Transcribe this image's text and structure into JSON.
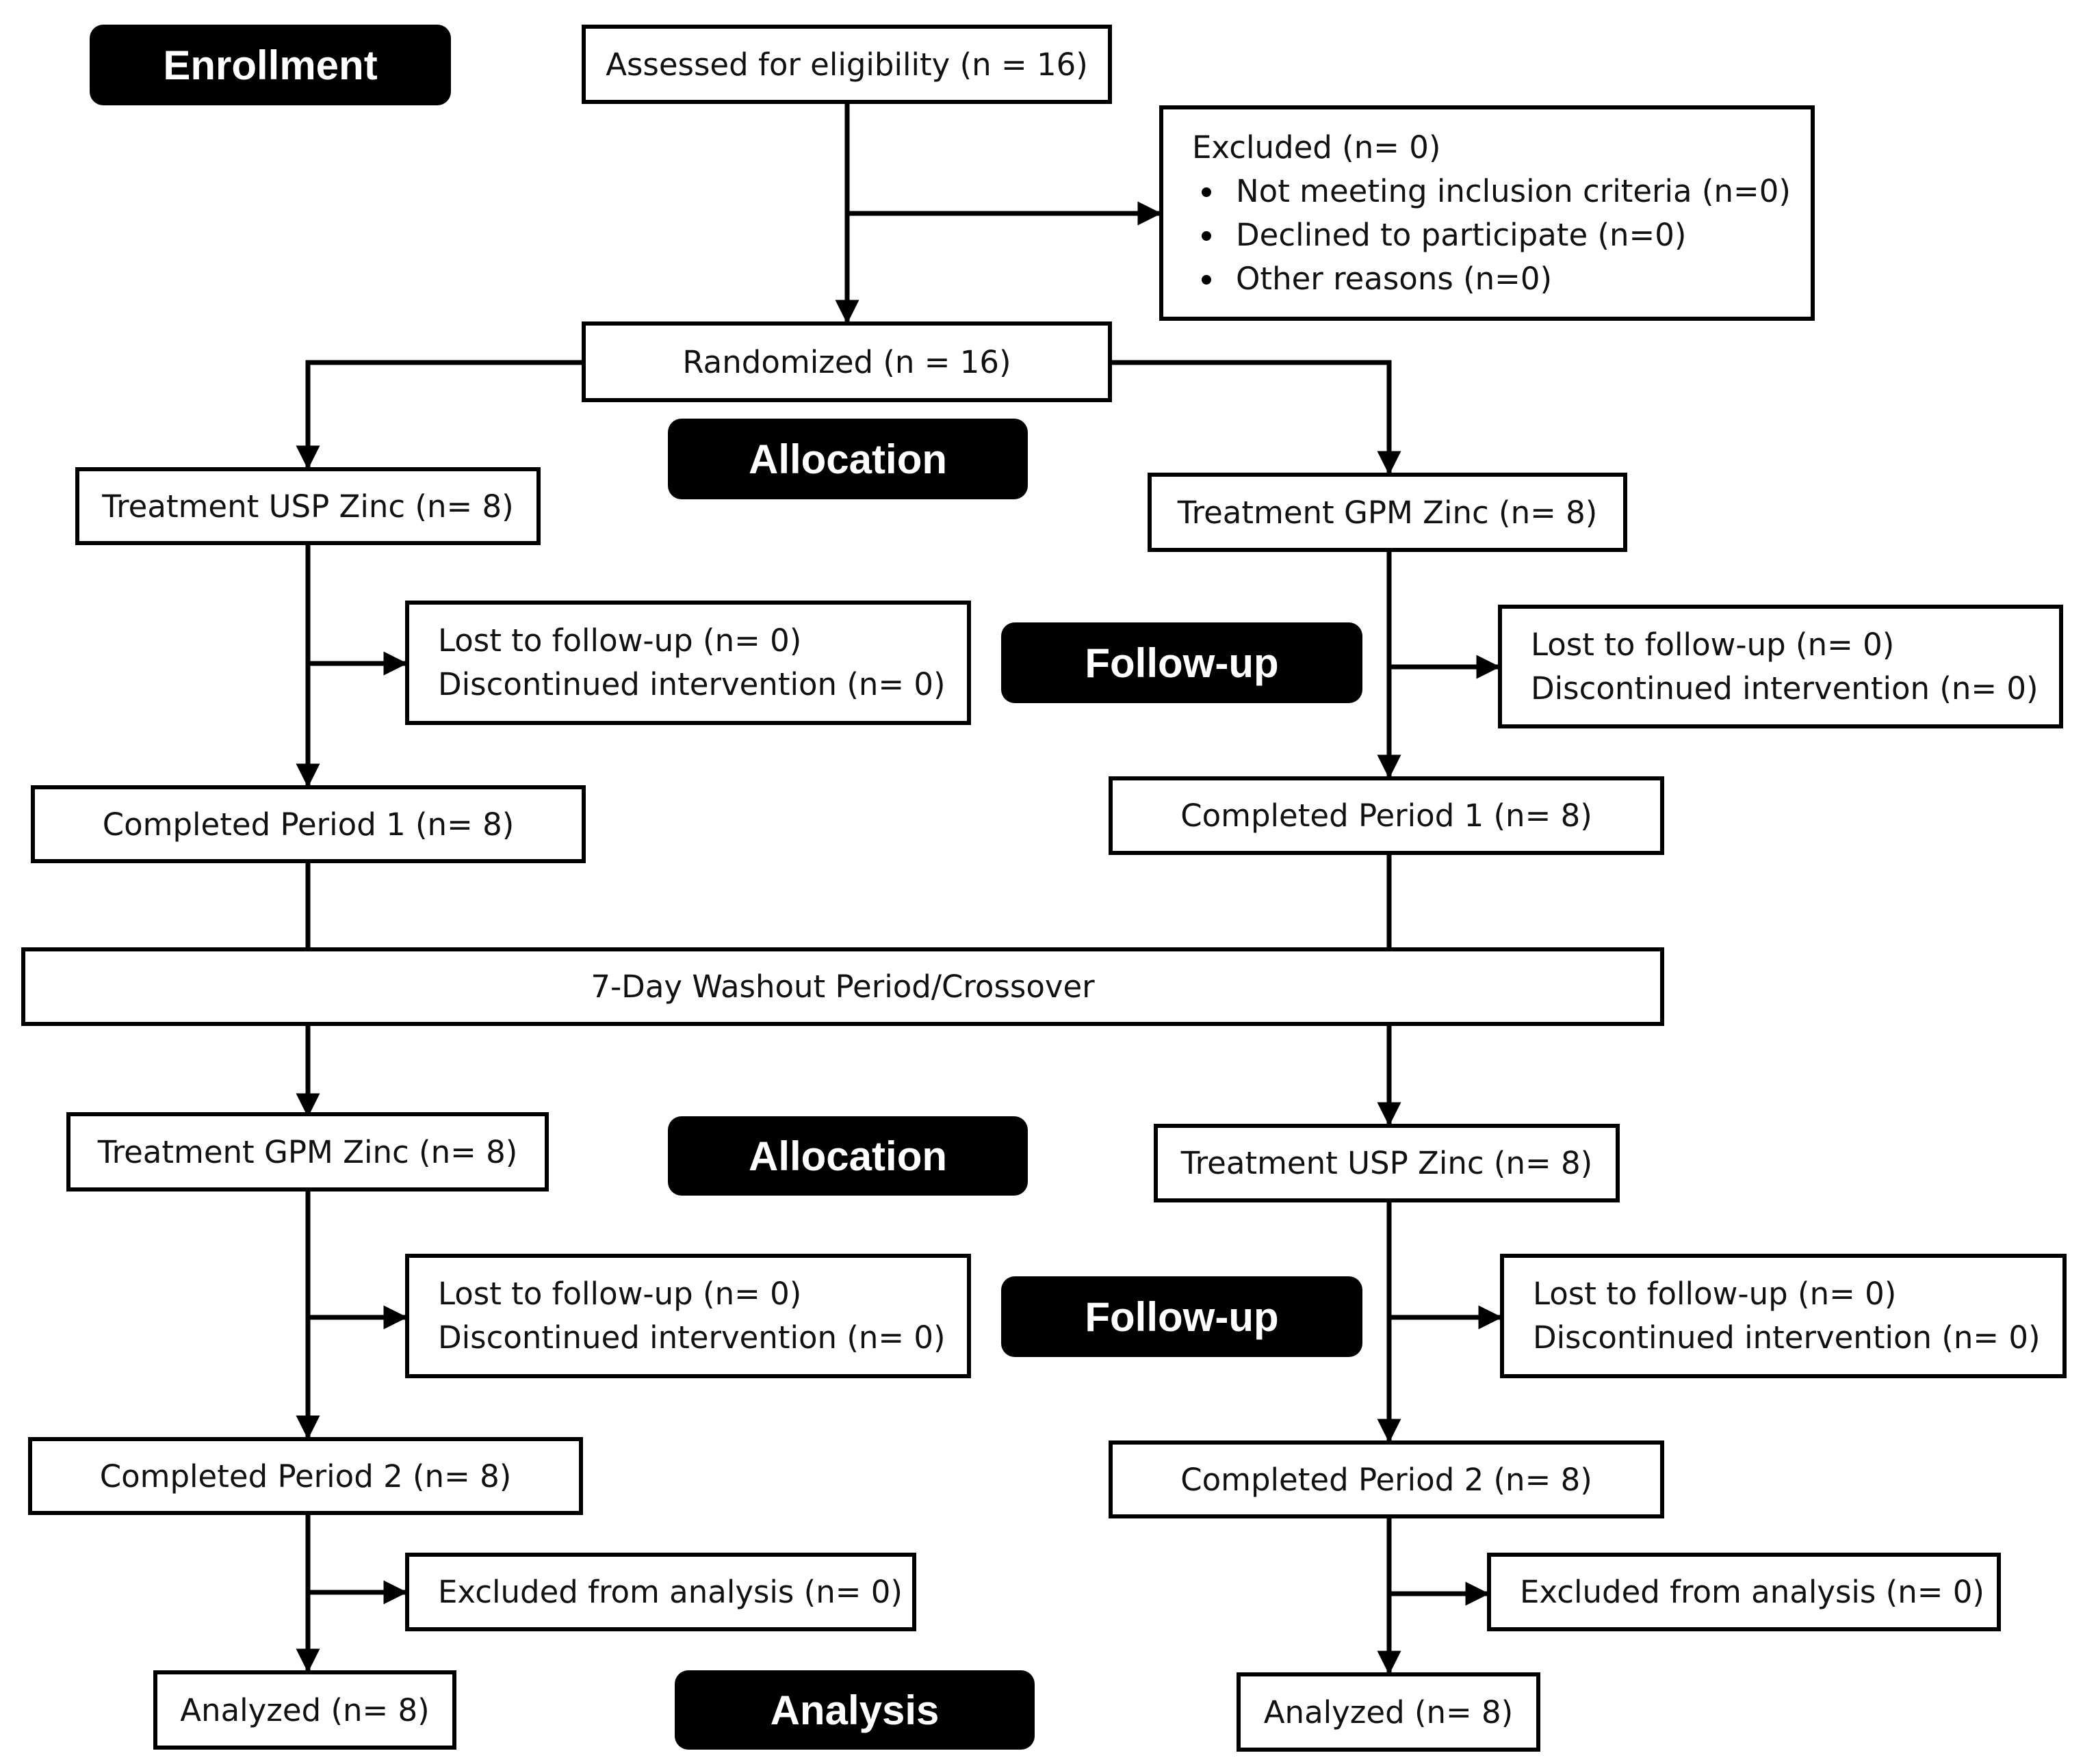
{
  "stage_labels": {
    "enrollment": "Enrollment",
    "allocation_1": "Allocation",
    "followup_1": "Follow-up",
    "allocation_2": "Allocation",
    "followup_2": "Follow-up",
    "analysis": "Analysis"
  },
  "enrollment": {
    "assessed": "Assessed for eligibility  (n = 16)",
    "excluded_title": "Excluded (n= 0)",
    "excluded_reasons": [
      "Not meeting inclusion criteria (n=0)",
      "Declined to participate (n=0)",
      "Other reasons (n=0)"
    ],
    "randomized": "Randomized (n = 16)"
  },
  "period_1": {
    "left_arm": {
      "treatment": "Treatment USP Zinc (n= 8)",
      "lost": "Lost to follow-up (n= 0)",
      "discontinued": "Discontinued intervention  (n= 0)",
      "completed": "Completed Period 1 (n= 8)"
    },
    "right_arm": {
      "treatment": "Treatment GPM Zinc (n= 8)",
      "lost": "Lost to follow-up (n= 0)",
      "discontinued": "Discontinued intervention  (n= 0)",
      "completed": "Completed Period 1 (n= 8)"
    }
  },
  "washout": "7-Day Washout Period/Crossover",
  "period_2": {
    "left_arm": {
      "treatment": "Treatment GPM Zinc (n= 8)",
      "lost": "Lost to follow-up (n= 0)",
      "discontinued": "Discontinued intervention  (n= 0)",
      "completed": "Completed Period 2 (n= 8)",
      "excluded_analysis": "Excluded from analysis (n= 0)",
      "analyzed": "Analyzed (n= 8)"
    },
    "right_arm": {
      "treatment": "Treatment USP Zinc (n= 8)",
      "lost": "Lost to follow-up (n= 0)",
      "discontinued": "Discontinued intervention  (n= 0)",
      "completed": "Completed Period 2 (n= 8)",
      "excluded_analysis": "Excluded from analysis (n= 0)",
      "analyzed": "Analyzed (n= 8)"
    }
  }
}
